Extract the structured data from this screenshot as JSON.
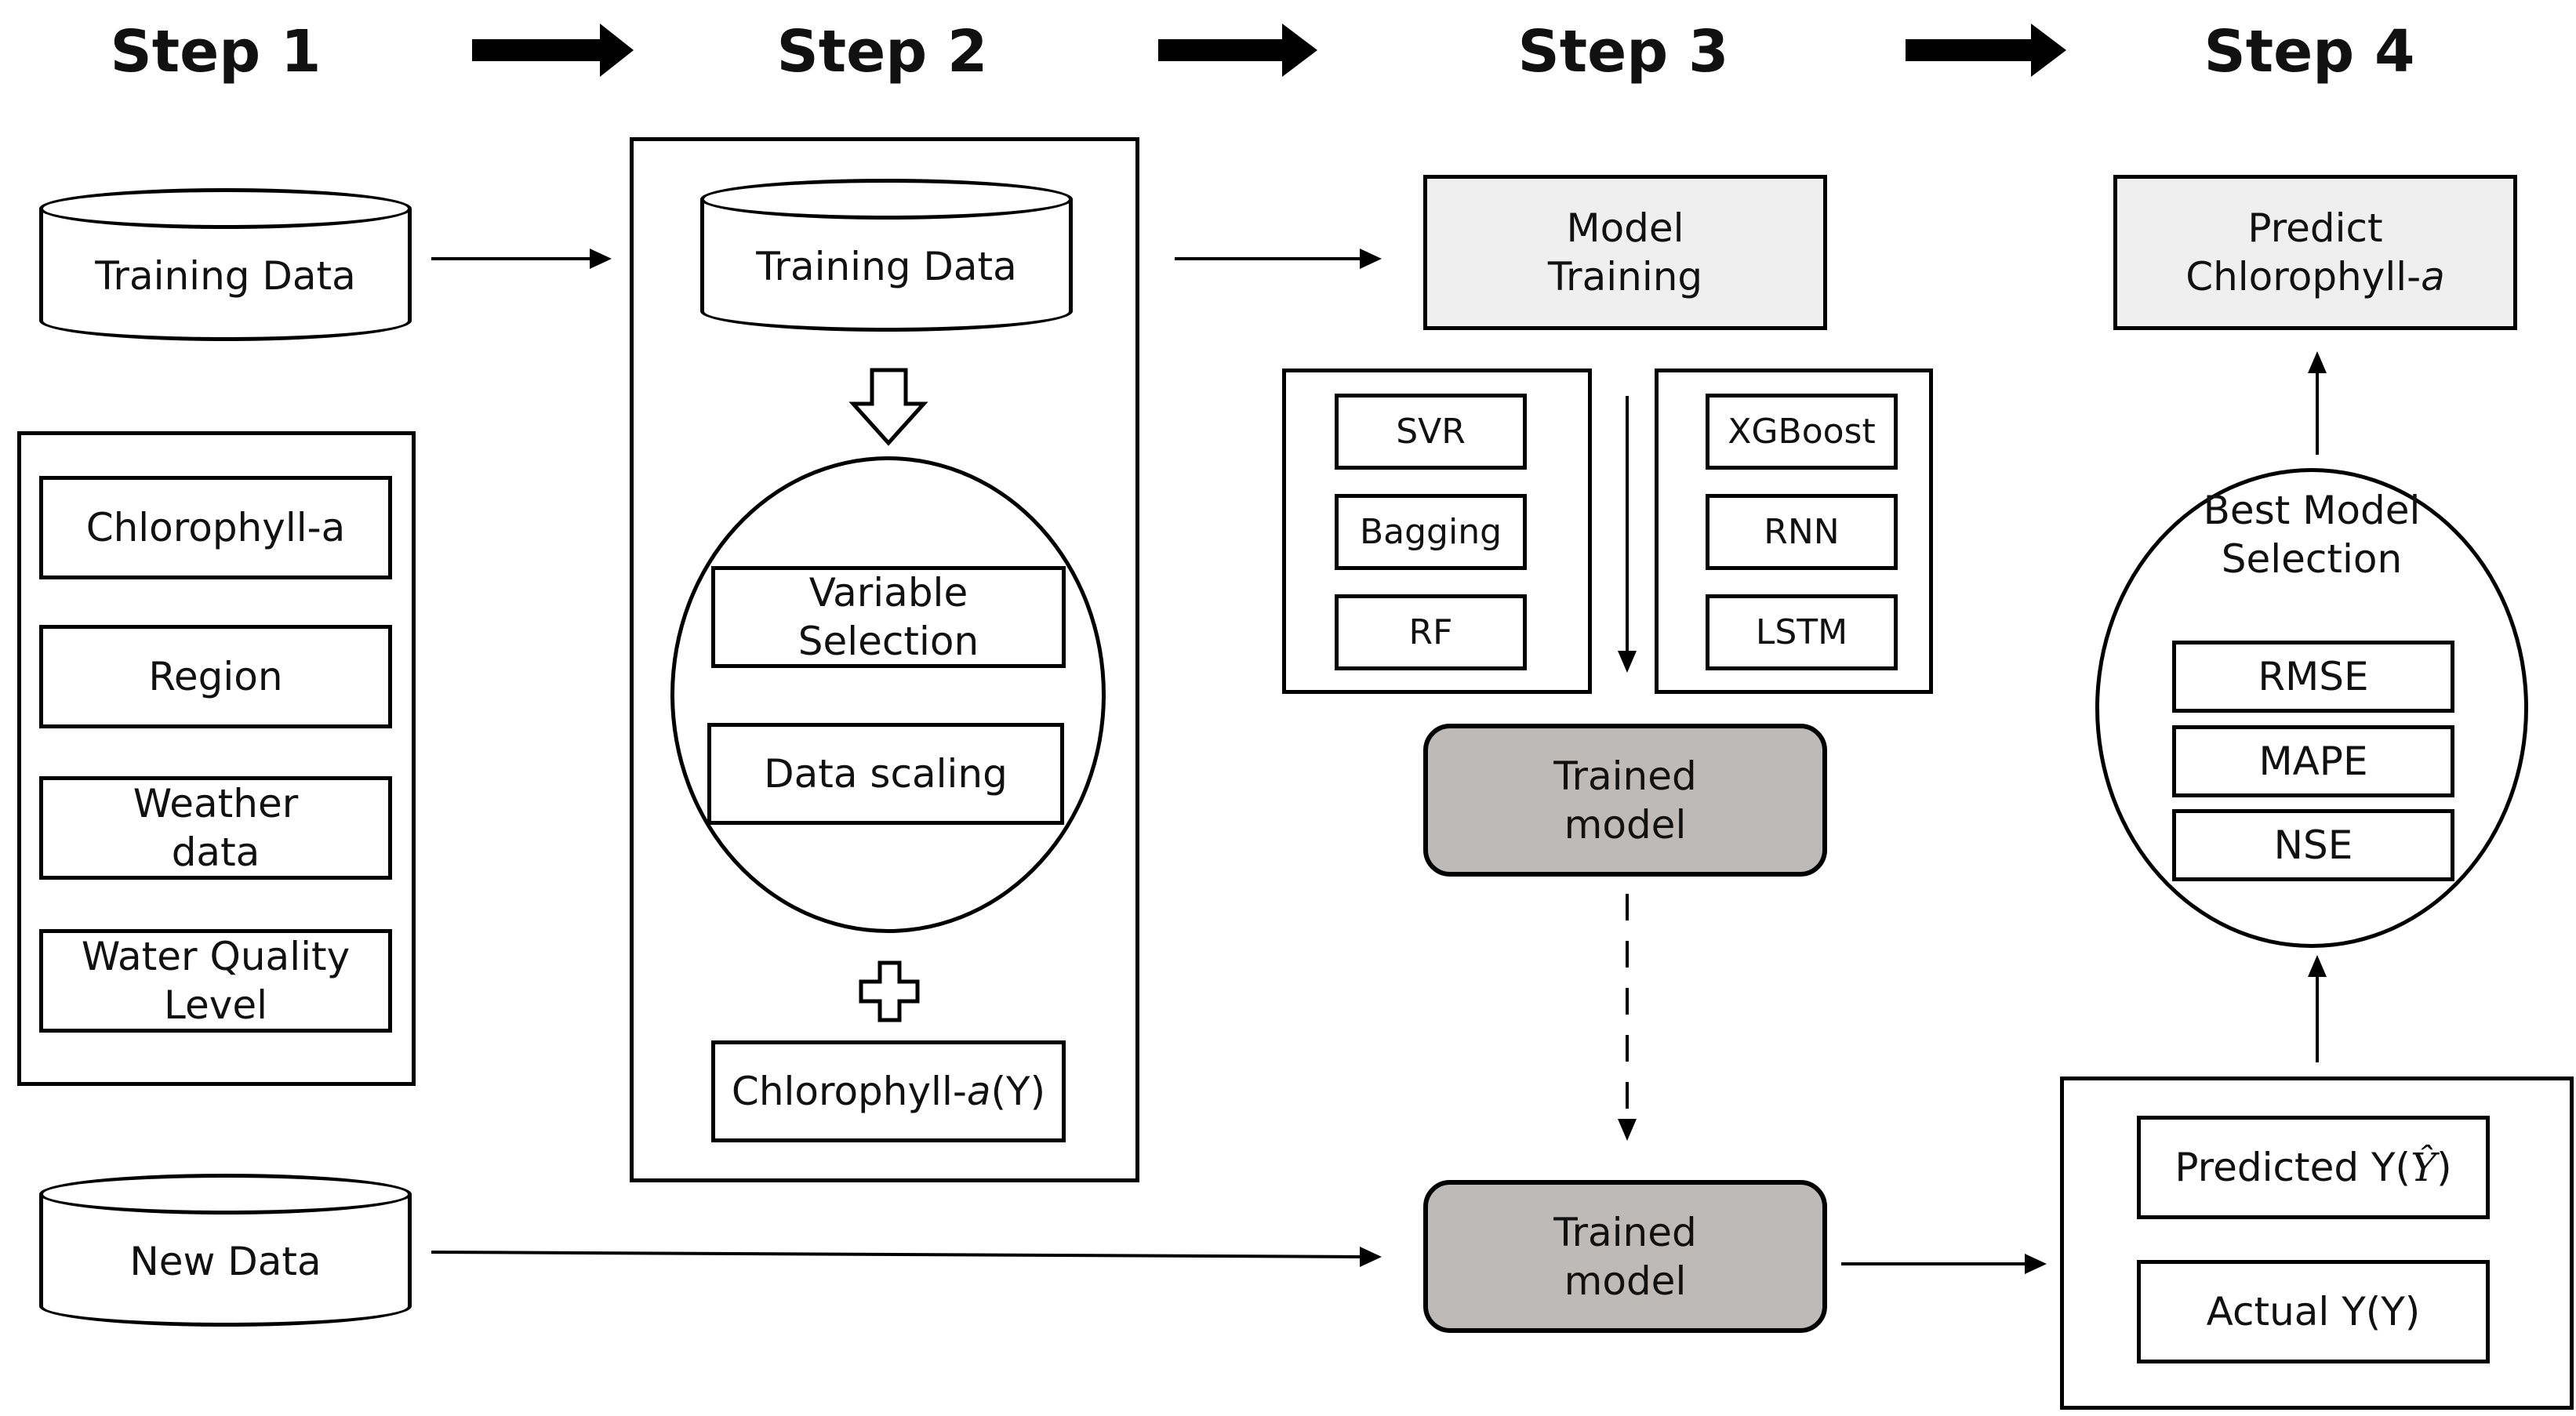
{
  "steps": [
    "Step 1",
    "Step 2",
    "Step 3",
    "Step 4"
  ],
  "step1": {
    "training_data": "Training Data",
    "variables": [
      "Chlorophyll-a",
      "Region",
      "Weather data",
      "Water Quality Level"
    ],
    "new_data": "New Data"
  },
  "step2": {
    "training_data": "Training Data",
    "variable_selection": "Variable Selection",
    "data_scaling": "Data scaling",
    "target_prefix": "Chlorophyll-",
    "target_italic": "a",
    "target_suffix": "(Y)"
  },
  "step3": {
    "model_training": "Model Training",
    "models_left": [
      "SVR",
      "Bagging",
      "RF"
    ],
    "models_right": [
      "XGBoost",
      "RNN",
      "LSTM"
    ],
    "trained_model_1": "Trained model",
    "trained_model_2": "Trained model"
  },
  "step4": {
    "predict_prefix": "Predict",
    "predict_line2": "Chlorophyll-",
    "predict_italic": "a",
    "best_model_selection": "Best Model Selection",
    "metrics": [
      "RMSE",
      "MAPE",
      "NSE"
    ],
    "predicted_prefix": "Predicted Y(",
    "predicted_symbol": "Ŷ",
    "predicted_suffix": ")",
    "actual": "Actual Y(Y)"
  }
}
